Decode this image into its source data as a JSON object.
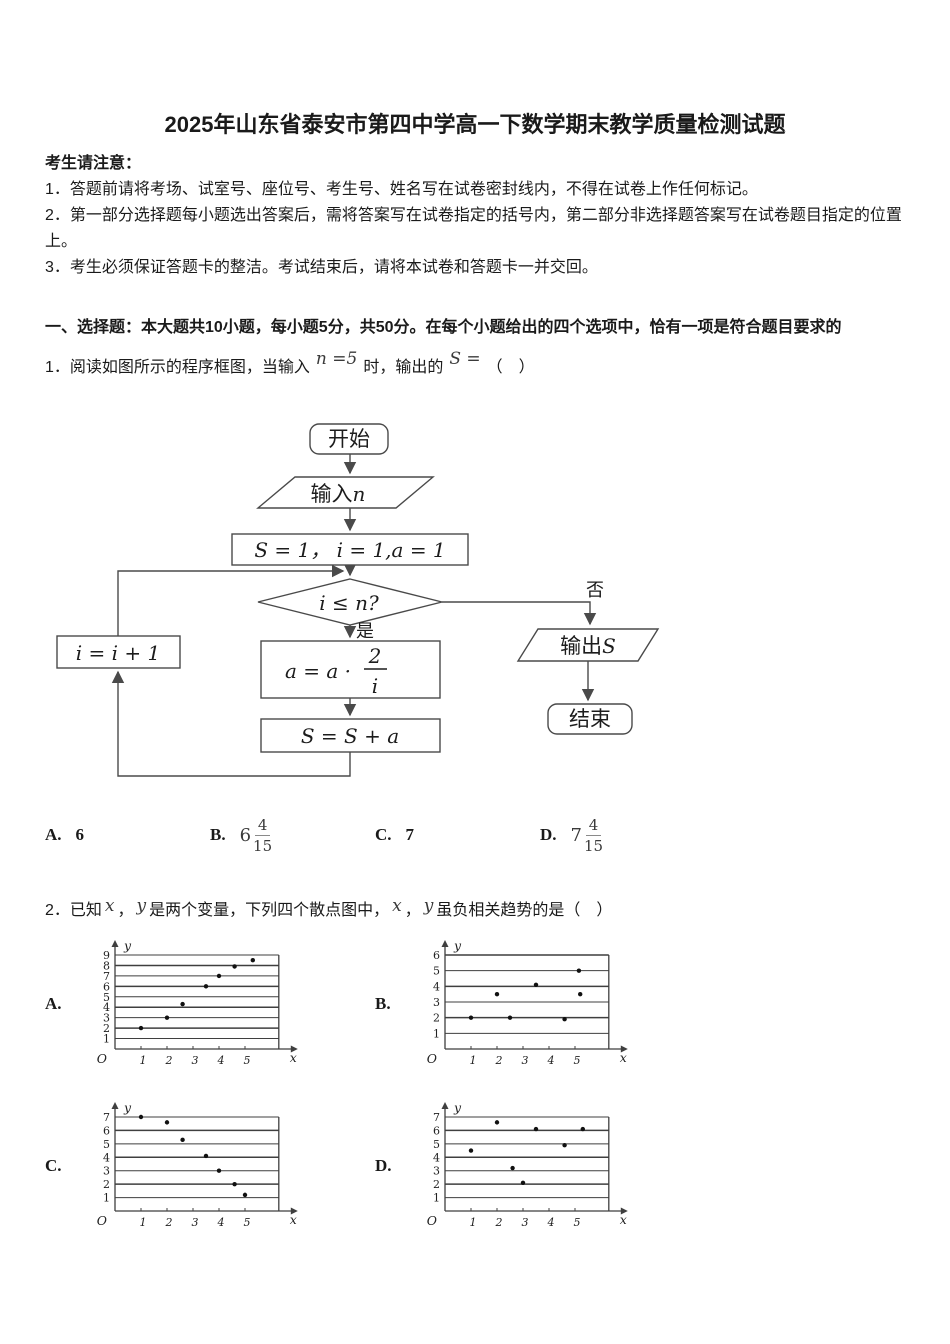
{
  "title": "2025年山东省泰安市第四中学高一下数学期末教学质量检测试题",
  "colors": {
    "text": "#1a1a1a",
    "formula_gray": "#3a3a3a",
    "line_gray": "#4a4a4a"
  },
  "notice": {
    "heading": "考生请注意：",
    "items": [
      "1．答题前请将考场、试室号、座位号、考生号、姓名写在试卷密封线内，不得在试卷上作任何标记。",
      "2．第一部分选择题每小题选出答案后，需将答案写在试卷指定的括号内，第二部分非选择题答案写在试卷题目指定的位置上。",
      "3．考生必须保证答题卡的整洁。考试结束后，请将本试卷和答题卡一并交回。"
    ]
  },
  "section1": {
    "heading": "一、选择题：本大题共10小题，每小题5分，共50分。在每个小题给出的四个选项中，恰有一项是符合题目要求的"
  },
  "question1": {
    "prefix": "1．阅读如图所示的程序框图，当输入",
    "formula_n": "n =5",
    "mid": "时，输出的",
    "formula_s": "S =",
    "suffix": "（　）"
  },
  "flowchart": {
    "start": "开始",
    "input_prefix": "输入",
    "input_var": "n",
    "init": "S = 1， i = 1,a = 1",
    "condition": "i ≤ n?",
    "yes_label": "是",
    "no_label": "否",
    "increment": "i = i + 1",
    "multiply_prefix": "a = a ·",
    "multiply_num": "2",
    "multiply_den": "i",
    "add": "S = S + a",
    "output_prefix": "输出",
    "output_var": "S",
    "end": "结束"
  },
  "question1_options": [
    {
      "label": "A.",
      "value": "6"
    },
    {
      "label": "B.",
      "whole": "6",
      "frac": {
        "num": "4",
        "den": "15"
      }
    },
    {
      "label": "C.",
      "value": "7"
    },
    {
      "label": "D.",
      "whole": "7",
      "frac": {
        "num": "4",
        "den": "15"
      }
    }
  ],
  "question2": {
    "prefix": "2．已知",
    "var1": "x",
    "comma1": "，",
    "var2": "y",
    "mid": "是两个变量，下列四个散点图中，",
    "var3": "x",
    "comma2": "，",
    "var4": "y",
    "suffix": "虽负相关趋势的是（　）"
  },
  "chart_data": [
    {
      "type": "scatter",
      "label": "A.",
      "xlabel": "x",
      "ylabel": "y",
      "origin_label": "O",
      "x_ticks": [
        1,
        2,
        3,
        4,
        5
      ],
      "y_ticks": [
        1,
        2,
        3,
        4,
        5,
        6,
        7,
        8,
        9
      ],
      "y_max": 9,
      "xlim": [
        0,
        6.3
      ],
      "grid": "horizontal",
      "points": [
        [
          1,
          2
        ],
        [
          2,
          3
        ],
        [
          2.6,
          4.3
        ],
        [
          3.5,
          6
        ],
        [
          4,
          7
        ],
        [
          4.6,
          7.9
        ],
        [
          5.3,
          8.5
        ]
      ]
    },
    {
      "type": "scatter",
      "label": "B.",
      "xlabel": "x",
      "ylabel": "y",
      "origin_label": "O",
      "x_ticks": [
        1,
        2,
        3,
        4,
        5
      ],
      "y_ticks": [
        1,
        2,
        3,
        4,
        5,
        6
      ],
      "y_max": 6,
      "xlim": [
        0,
        6.3
      ],
      "grid": "horizontal",
      "points": [
        [
          1,
          2
        ],
        [
          2,
          3.5
        ],
        [
          2.5,
          2
        ],
        [
          3.5,
          4.1
        ],
        [
          4.6,
          1.9
        ],
        [
          5.2,
          3.5
        ],
        [
          5.15,
          5
        ]
      ]
    },
    {
      "type": "scatter",
      "label": "C.",
      "xlabel": "x",
      "ylabel": "y",
      "origin_label": "O",
      "x_ticks": [
        1,
        2,
        3,
        4,
        5
      ],
      "y_ticks": [
        1,
        2,
        3,
        4,
        5,
        6,
        7
      ],
      "y_max": 7,
      "xlim": [
        0,
        6.3
      ],
      "grid": "horizontal",
      "points": [
        [
          1,
          7
        ],
        [
          2,
          6.6
        ],
        [
          2.6,
          5.3
        ],
        [
          3.5,
          4.1
        ],
        [
          4,
          3
        ],
        [
          4.6,
          2
        ],
        [
          5,
          1.2
        ]
      ]
    },
    {
      "type": "scatter",
      "label": "D.",
      "xlabel": "x",
      "ylabel": "y",
      "origin_label": "O",
      "x_ticks": [
        1,
        2,
        3,
        4,
        5
      ],
      "y_ticks": [
        1,
        2,
        3,
        4,
        5,
        6,
        7
      ],
      "y_max": 7,
      "xlim": [
        0,
        6.3
      ],
      "grid": "horizontal",
      "points": [
        [
          1,
          4.5
        ],
        [
          2,
          6.6
        ],
        [
          2.6,
          3.2
        ],
        [
          3,
          2.1
        ],
        [
          3.5,
          6.1
        ],
        [
          4.6,
          4.9
        ],
        [
          5.3,
          6.1
        ]
      ]
    }
  ]
}
